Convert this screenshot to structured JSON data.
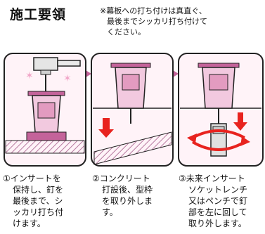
{
  "header": {
    "title": "施工要領",
    "note_lines": [
      "※幕板への打ち付けは真直ぐ、",
      "最後までシッカリ打ち付けて",
      "ください。"
    ]
  },
  "steps": [
    {
      "lines": [
        "①インサートを",
        "保持し、釘を",
        "最後まで、シ",
        "ッカリ打ち付",
        "けます。"
      ]
    },
    {
      "lines": [
        "②コンクリート",
        "打設後、型枠",
        "を取り外しま",
        "す。"
      ]
    },
    {
      "lines": [
        "③未来インサート",
        "ソケットレンチ",
        "又はペンチで釘",
        "部を左に回して",
        "取り外します。"
      ]
    }
  ],
  "colors": {
    "insert_fill": "#f2c9df",
    "insert_dark": "#c4639a",
    "panel_bg": "#fff3f8",
    "arrow_red": "#e8231f",
    "hatch": "#b77aa0",
    "star": "#f1a5c8"
  }
}
